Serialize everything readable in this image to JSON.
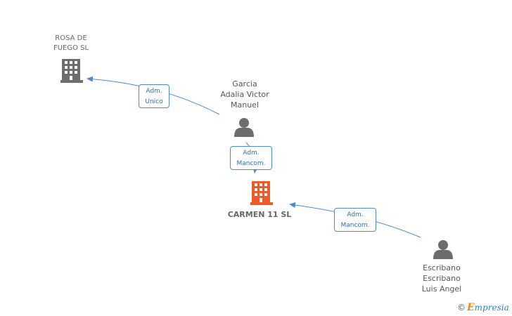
{
  "nodes": {
    "rosa": {
      "label": "ROSA DE\nFUEGO SL",
      "type": "company"
    },
    "garcia": {
      "label": "Garcia\nAdalia Victor\nManuel",
      "type": "person"
    },
    "carmen": {
      "label": "CARMEN 11 SL",
      "type": "company",
      "main": true
    },
    "escribano": {
      "label": "Escribano\nEscribano\nLuis Angel",
      "type": "person"
    }
  },
  "edges": [
    {
      "from": "garcia",
      "to": "rosa",
      "role": "Adm.\nUnico"
    },
    {
      "from": "garcia",
      "to": "carmen",
      "role": "Adm.\nMancom."
    },
    {
      "from": "escribano",
      "to": "carmen",
      "role": "Adm.\nMancom."
    }
  ],
  "colors": {
    "edge": "#4a8ad6",
    "company_icon": "#6d6d6d",
    "main_company_icon": "#f05a28",
    "person_icon": "#6d6d6d"
  },
  "branding": {
    "copyright": "©",
    "initial": "E",
    "rest": "mpresia"
  }
}
